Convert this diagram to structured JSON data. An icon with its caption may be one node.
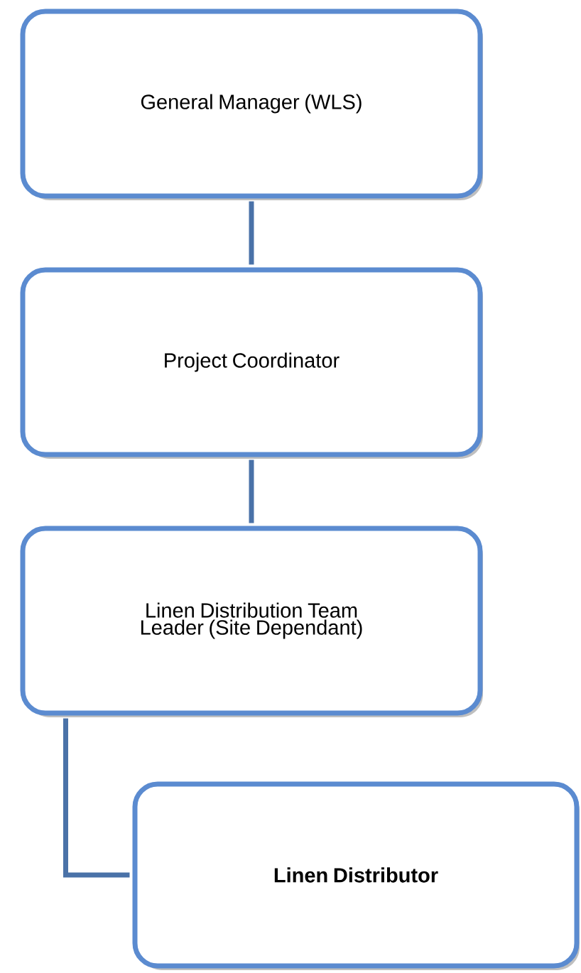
{
  "diagram": {
    "nodes": [
      {
        "text": [
          "General Manager (WLS)"
        ]
      },
      {
        "text": [
          "Project Coordinator"
        ]
      },
      {
        "text": [
          "Linen Distribution Team Leader (Site Dependant)"
        ]
      },
      {
        "text": [
          "Linen Distributor"
        ]
      }
    ],
    "edges": [
      {
        "from": 0,
        "to": 1,
        "arrow": "none"
      },
      {
        "from": 1,
        "to": 2,
        "arrow": "none"
      },
      {
        "from": 2,
        "to": 3,
        "arrow": "none"
      }
    ]
  }
}
